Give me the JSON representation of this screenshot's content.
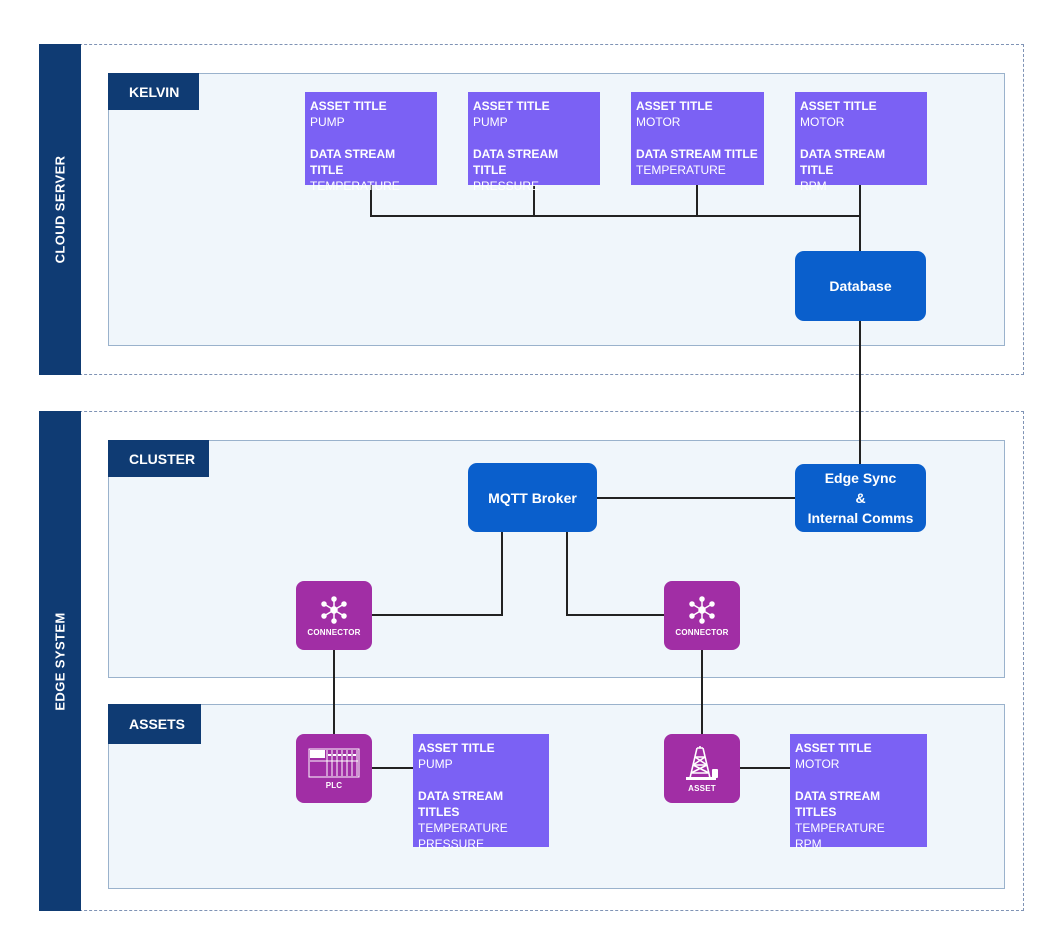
{
  "cloud": {
    "band_label": "CLOUD SERVER",
    "panel_tag": "KELVIN",
    "cards": [
      {
        "asset_heading": "ASSET TITLE",
        "asset": "PUMP",
        "stream_heading": "DATA STREAM TITLE",
        "streams": [
          "TEMPERATURE"
        ]
      },
      {
        "asset_heading": "ASSET TITLE",
        "asset": "PUMP",
        "stream_heading": "DATA STREAM TITLE",
        "streams": [
          "PRESSURE"
        ]
      },
      {
        "asset_heading": "ASSET TITLE",
        "asset": "MOTOR",
        "stream_heading": "DATA STREAM TITLE",
        "streams": [
          "TEMPERATURE"
        ]
      },
      {
        "asset_heading": "ASSET TITLE",
        "asset": "MOTOR",
        "stream_heading": "DATA STREAM TITLE",
        "streams": [
          "RPM"
        ]
      }
    ],
    "database_label": "Database"
  },
  "edge": {
    "band_label": "EDGE SYSTEM",
    "cluster": {
      "panel_tag": "CLUSTER",
      "broker_label": "MQTT Broker",
      "sync_lines": [
        "Edge Sync",
        "&",
        "Internal Comms"
      ],
      "connectors": [
        {
          "label": "CONNECTOR",
          "icon": "hub-icon"
        },
        {
          "label": "CONNECTOR",
          "icon": "hub-icon"
        }
      ]
    },
    "assets": {
      "panel_tag": "ASSETS",
      "devices": [
        {
          "label": "PLC",
          "icon": "plc-rack-icon"
        },
        {
          "label": "ASSET",
          "icon": "oil-derrick-icon"
        }
      ],
      "cards": [
        {
          "asset_heading": "ASSET TITLE",
          "asset": "PUMP",
          "stream_heading": "DATA STREAM TITLES",
          "streams": [
            "TEMPERATURE",
            "PRESSURE"
          ]
        },
        {
          "asset_heading": "ASSET TITLE",
          "asset": "MOTOR",
          "stream_heading": "DATA STREAM TITLES",
          "streams": [
            "TEMPERATURE",
            "RPM"
          ]
        }
      ]
    }
  },
  "colors": {
    "navy": "#0f3b73",
    "panel_bg": "#f0f6fb",
    "card_purple": "#7b61f4",
    "node_blue": "#0a5fcc",
    "node_magenta": "#a12ea5",
    "connector_line": "#222222"
  }
}
